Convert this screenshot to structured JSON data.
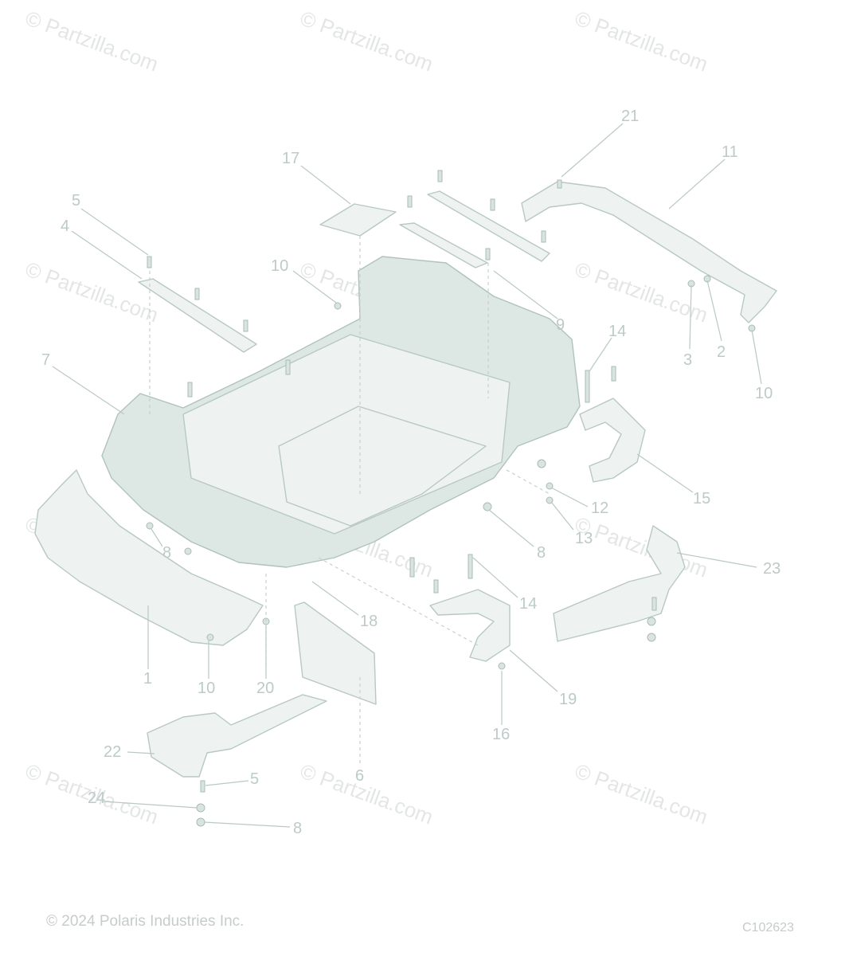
{
  "watermark": "© Partzilla.com",
  "copyright": "© 2024 Polaris Industries Inc.",
  "diagram_code": "C102623",
  "callouts": [
    "21",
    "17",
    "11",
    "5",
    "4",
    "10",
    "9",
    "3",
    "2",
    "7",
    "14",
    "10",
    "15",
    "8",
    "12",
    "13",
    "8",
    "23",
    "14",
    "18",
    "1",
    "10",
    "20",
    "19",
    "16",
    "22",
    "5",
    "24",
    "6",
    "8"
  ]
}
